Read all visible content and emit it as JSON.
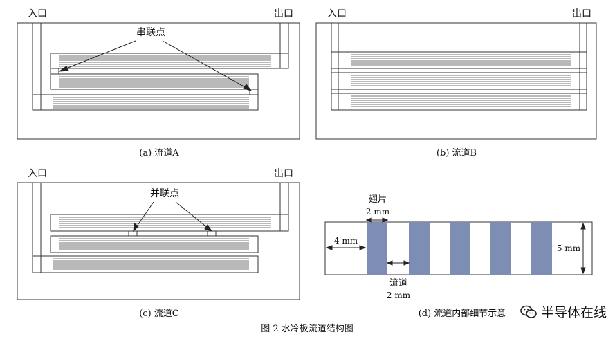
{
  "panels": {
    "a": {
      "caption": "(a) 流道A",
      "inlet": "入口",
      "outlet": "出口",
      "annotation": "串联点"
    },
    "b": {
      "caption": "(b) 流道B",
      "inlet": "入口",
      "outlet": "出口"
    },
    "c": {
      "caption": "(c) 流道C",
      "inlet": "入口",
      "outlet": "出口",
      "annotation": "并联点"
    },
    "d": {
      "caption": "(d) 流道内部细节示意",
      "fin_label": "翅片",
      "fin_width": "2 mm",
      "channel_label": "流道",
      "channel_width": "2 mm",
      "offset": "4 mm",
      "height": "5 mm",
      "fin_color": "#7d8db3"
    }
  },
  "figure_caption": "图 2  水冷板流道结构图",
  "watermark": {
    "text": "半导体在线",
    "icon": "wechat-icon"
  }
}
